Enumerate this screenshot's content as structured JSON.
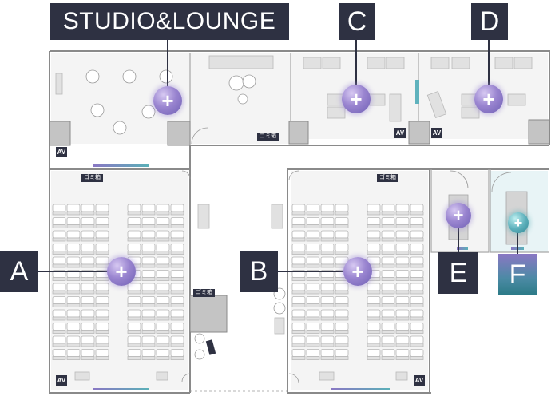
{
  "rooms": {
    "studio": {
      "label": "STUDIO&LOUNGE"
    },
    "a": {
      "label": "A"
    },
    "b": {
      "label": "B"
    },
    "c": {
      "label": "C"
    },
    "d": {
      "label": "D"
    },
    "e": {
      "label": "E"
    },
    "f": {
      "label": "F"
    }
  },
  "markers": {
    "symbol": "+"
  },
  "tags": {
    "trash": "ゴミ箱",
    "av": "AV"
  },
  "colors": {
    "label_bg": "#2e3142",
    "marker_purple": "#8a77c4",
    "marker_teal": "#4b8aa4",
    "accent_gradient_end": "#5bb0b8"
  }
}
